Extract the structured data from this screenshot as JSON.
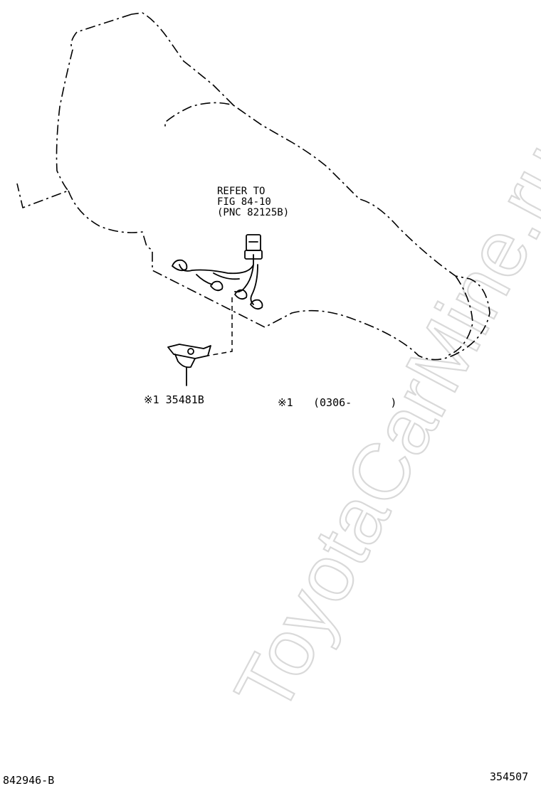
{
  "diagram": {
    "refer_line1": "REFER TO",
    "refer_line2": "FIG 84-10",
    "refer_line3": "(PNC 82125B)",
    "part_label": "※1 35481B",
    "footnote_mark": "※1",
    "footnote_range": "(0306-      )",
    "watermark": "ToyotaCarMine.ru",
    "figure_code_left": "842946-B",
    "figure_code_right": "354507"
  },
  "colors": {
    "line": "#000000",
    "watermark": "#d9d9d9",
    "background": "#ffffff"
  }
}
